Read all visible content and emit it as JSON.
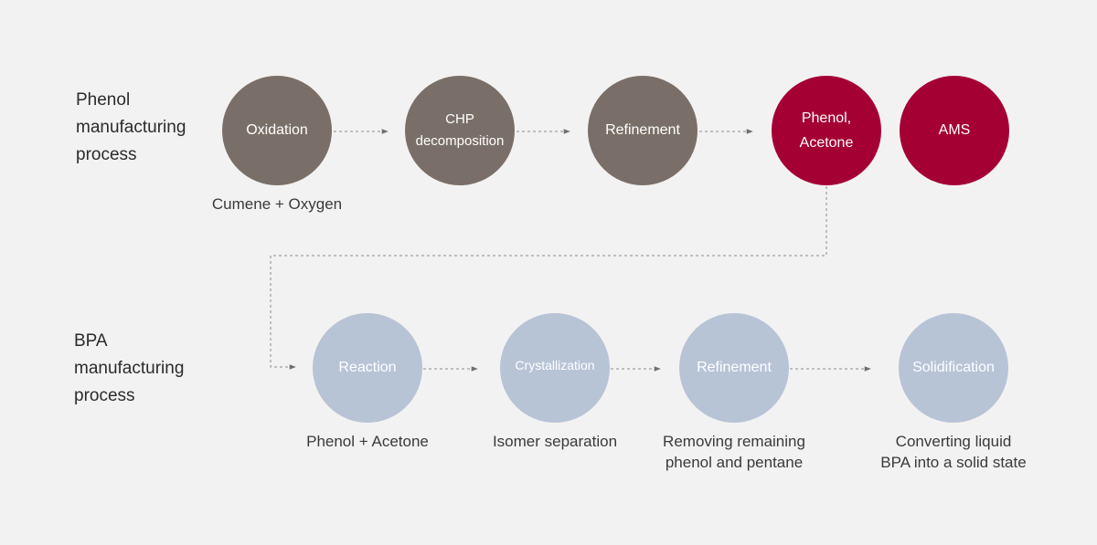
{
  "phenol": {
    "label": "Phenol\nmanufacturing\nprocess",
    "steps": [
      "Oxidation",
      "CHP\ndecomposition",
      "Refinement"
    ],
    "products": [
      "Phenol,\nAcetone",
      "AMS"
    ],
    "caption": "Cumene + Oxygen"
  },
  "bpa": {
    "label": "BPA\nmanufacturing\nprocess",
    "steps": [
      "Reaction",
      "Crystallization",
      "Refinement",
      "Solidification"
    ],
    "captions": [
      "Phenol + Acetone",
      "Isomer separation",
      "Removing remaining\nphenol and pentane",
      "Converting liquid\nBPA into a solid state"
    ]
  },
  "colors": {
    "background": "#f3f2f2",
    "phenol_step": "#7a6f68",
    "product": "#a50034",
    "bpa_step": "#b7c4d6",
    "connector": "#8a8a8a"
  }
}
